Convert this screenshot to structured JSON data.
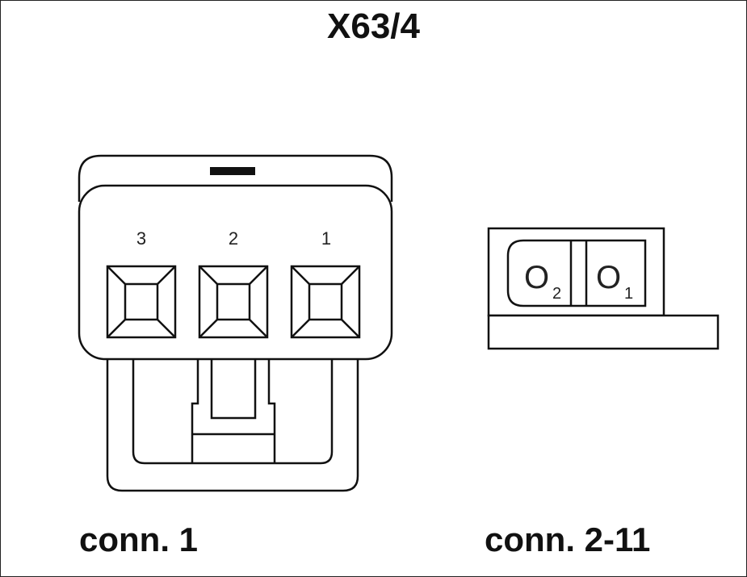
{
  "title": "X63/4",
  "left_connector": {
    "caption": "conn. 1",
    "pin_labels": [
      "3",
      "2",
      "1"
    ]
  },
  "right_connector": {
    "caption": "conn. 2-11",
    "contacts": [
      {
        "symbol": "O",
        "number": "2"
      },
      {
        "symbol": "O",
        "number": "1"
      }
    ]
  }
}
